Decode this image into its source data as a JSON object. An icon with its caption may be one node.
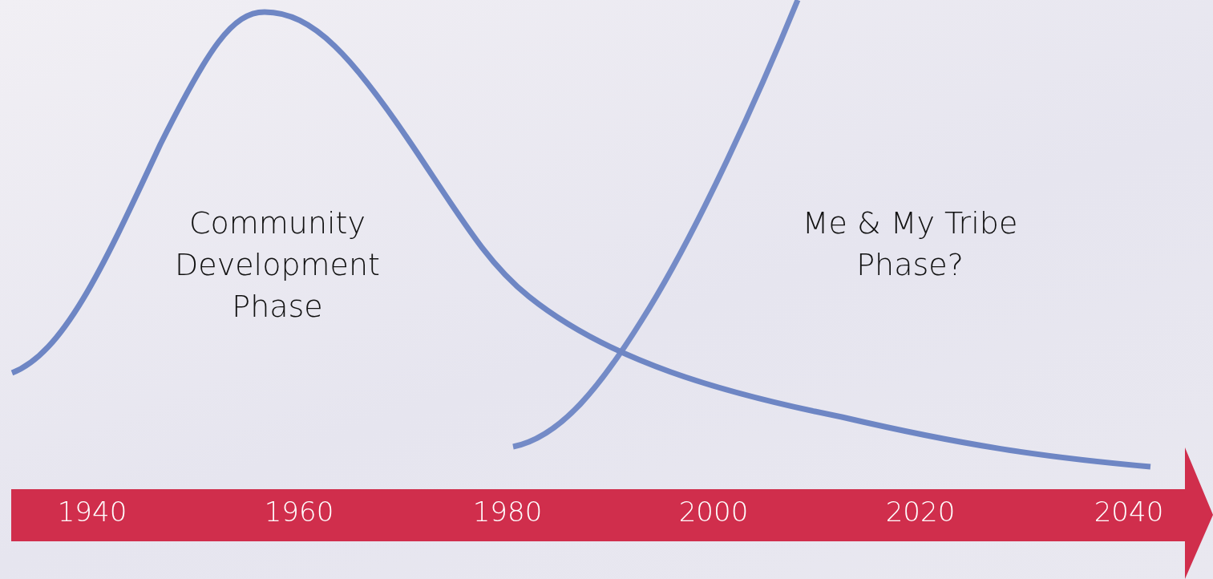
{
  "diagram": {
    "labels": [
      "Community Development Phase",
      "Me & My Tribe Phase?",
      "1940",
      "1960",
      "1980",
      "2000",
      "2020",
      "2040"
    ]
  }
}
